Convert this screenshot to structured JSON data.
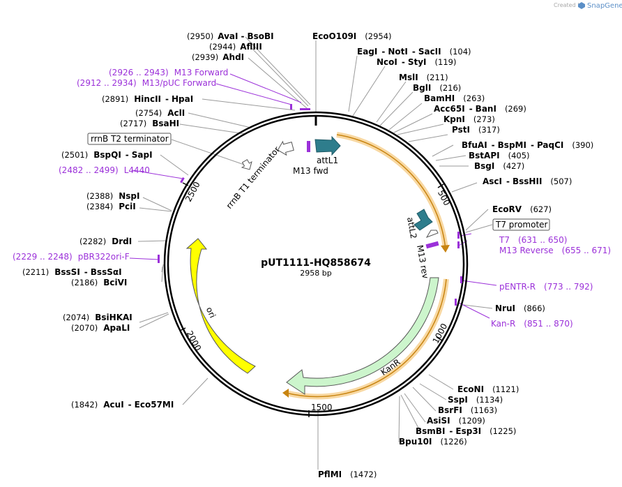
{
  "credit": {
    "prefix": "Created by",
    "brand": "SnapGene"
  },
  "plasmid": {
    "name": "pUT1111-HQ858674",
    "length": "2958 bp"
  },
  "ticks": [
    "500",
    "1000",
    "1500",
    "2000",
    "2500"
  ],
  "features": {
    "attL1": "attL1",
    "m13fwd": "M13 fwd",
    "rrnbT1": "rrnB T1 terminator",
    "rrnbT2": "rrnB T2 terminator",
    "attL2": "attL2",
    "m13rev": "M13 rev",
    "t7promoter": "T7 promoter",
    "kanr": "KanR",
    "ori": "ori"
  },
  "sites": {
    "avai": {
      "pos": "(2950)",
      "a": "AvaI",
      "b": "BsoBI"
    },
    "aflii": {
      "pos": "(2944)",
      "a": "AflIII"
    },
    "ahdi": {
      "pos": "(2939)",
      "a": "AhdI"
    },
    "eco0109i": {
      "pos": "(2954)",
      "a": "EcoO109I"
    },
    "eagi": {
      "pos": "(104)",
      "a": "EagI",
      "b": "NotI",
      "c": "SacII"
    },
    "ncoi": {
      "pos": "(119)",
      "a": "NcoI",
      "b": "StyI"
    },
    "msli": {
      "pos": "(211)",
      "a": "MslI"
    },
    "bglii": {
      "pos": "(216)",
      "a": "BglI"
    },
    "bamhi": {
      "pos": "(263)",
      "a": "BamHI"
    },
    "acc65i": {
      "pos": "(269)",
      "a": "Acc65I",
      "b": "BanI"
    },
    "kpni": {
      "pos": "(273)",
      "a": "KpnI"
    },
    "psti": {
      "pos": "(317)",
      "a": "PstI"
    },
    "bfuai": {
      "pos": "(390)",
      "a": "BfuAI",
      "b": "BspMI",
      "c": "PaqCI"
    },
    "bstapi": {
      "pos": "(405)",
      "a": "BstAPI"
    },
    "bsgi": {
      "pos": "(427)",
      "a": "BsgI"
    },
    "asci": {
      "pos": "(507)",
      "a": "AscI",
      "b": "BssHII"
    },
    "ecorv": {
      "pos": "(627)",
      "a": "EcoRV"
    },
    "nrui": {
      "pos": "(866)",
      "a": "NruI"
    },
    "econi": {
      "pos": "(1121)",
      "a": "EcoNI"
    },
    "sspi": {
      "pos": "(1134)",
      "a": "SspI"
    },
    "bsrfi": {
      "pos": "(1163)",
      "a": "BsrFI"
    },
    "asisi": {
      "pos": "(1209)",
      "a": "AsiSI"
    },
    "bsmbi": {
      "pos": "(1225)",
      "a": "BsmBI",
      "b": "Esp3I"
    },
    "bpu10i": {
      "pos": "(1226)",
      "a": "Bpu10I"
    },
    "pflmi": {
      "pos": "(1472)",
      "a": "PflMI"
    },
    "acui": {
      "pos": "(1842)",
      "a": "AcuI",
      "b": "Eco57MI"
    },
    "bsihkai": {
      "pos": "(2074)",
      "a": "BsiHKAI"
    },
    "apali": {
      "pos": "(2070)",
      "a": "ApaLI"
    },
    "bsssi": {
      "pos": "(2211)",
      "a": "BssSI",
      "b": "BssSαI"
    },
    "bcivi": {
      "pos": "(2186)",
      "a": "BciVI"
    },
    "drdi": {
      "pos": "(2282)",
      "a": "DrdI"
    },
    "nspi": {
      "pos": "(2388)",
      "a": "NspI"
    },
    "pcii": {
      "pos": "(2384)",
      "a": "PciI"
    },
    "bspqi": {
      "pos": "(2501)",
      "a": "BspQI",
      "b": "SapI"
    },
    "bsahi": {
      "pos": "(2717)",
      "a": "BsaHI"
    },
    "acli": {
      "pos": "(2754)",
      "a": "AclI"
    },
    "hincii": {
      "pos": "(2891)",
      "a": "HincII",
      "b": "HpaI"
    }
  },
  "primers": {
    "m13forward": {
      "range": "(2926 .. 2943)",
      "name": "M13 Forward"
    },
    "m13puc": {
      "range": "(2912 .. 2934)",
      "name": "M13/pUC Forward"
    },
    "l4440": {
      "range": "(2482 .. 2499)",
      "name": "L4440"
    },
    "pbr322": {
      "range": "(2229 .. 2248)",
      "name": "pBR322ori-F"
    },
    "t7": {
      "name": "T7",
      "range": "(631 .. 650)"
    },
    "m13reverse": {
      "name": "M13 Reverse",
      "range": "(655 .. 671)"
    },
    "pentr": {
      "name": "pENTR-R",
      "range": "(773 .. 792)"
    },
    "kanr": {
      "name": "Kan-R",
      "range": "(851 .. 870)"
    }
  },
  "colors": {
    "backbone": "#000000",
    "att": "#2e7d8c",
    "kanr": "#ccf5cc",
    "ori": "#ffff00",
    "primer": "#9b30d9",
    "orf": "#f0a830",
    "terminator": "#ffffff"
  }
}
